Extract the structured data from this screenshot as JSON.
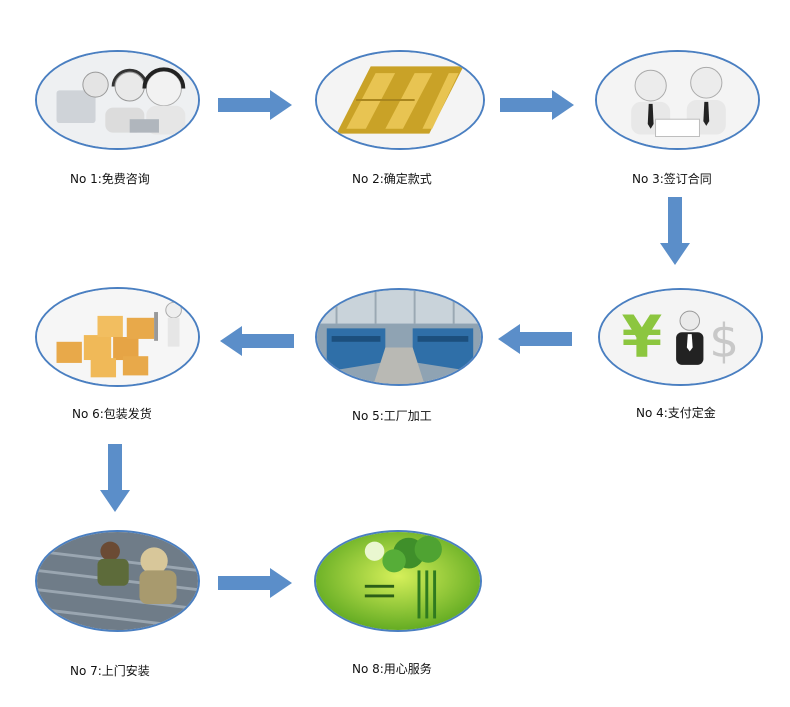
{
  "steps": [
    {
      "label": "No 1:免费咨询",
      "icon": "call-center-icon"
    },
    {
      "label": "No 2:确定款式",
      "icon": "roof-tile-icon"
    },
    {
      "label": "No 3:签订合同",
      "icon": "handshake-contract-icon"
    },
    {
      "label": "No 4:支付定金",
      "icon": "currency-payment-icon"
    },
    {
      "label": "No 5:工厂加工",
      "icon": "factory-machine-icon"
    },
    {
      "label": "No 6:包装发货",
      "icon": "boxes-shipping-icon"
    },
    {
      "label": "No 7:上门安装",
      "icon": "installation-workers-icon"
    },
    {
      "label": "No 8:用心服务",
      "icon": "service-poster-icon"
    }
  ],
  "colors": {
    "arrow": "#5b8ec9",
    "border": "#4a7fc1"
  }
}
